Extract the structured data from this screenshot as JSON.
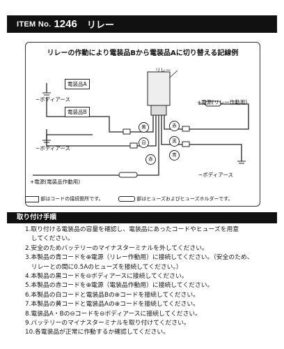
{
  "header": {
    "item": "ITEM No.",
    "number": "1246",
    "title": "リレー"
  },
  "diagram": {
    "title": "リレーの作動により電装品Bから電装品Aに切り替える記線例",
    "relay_label": "リレー",
    "device_a": "電装品A",
    "device_b": "電装品B",
    "body_ground_a": "ボディアース",
    "body_ground_b": "ボディアース",
    "power_relay": "電源(リレー作動用)",
    "power_device": "電源(電装品作動用)",
    "body_ground_right": "ボディアース",
    "wire_yellow": "黄",
    "wire_red_top": "赤",
    "wire_white": "白",
    "wire_black": "黒",
    "wire_red_bottom": "赤",
    "wire_blue": "青",
    "plus_symbol": "+",
    "minus_symbol": "−",
    "legend_connector": "部はコードの接続箇所です。",
    "legend_fuse": "部はヒューズおよびヒューズホルダーです。"
  },
  "section": {
    "title": "取り付け手順"
  },
  "steps": [
    "1.取り付ける電装品の容量を確認し、電装品にあったコードやヒューズを用意",
    "　してください。",
    "2.安全のためバッテリーのマイナスターミナルを外してください。",
    "3.本製品の青コードを⊕電源（リレー作動用）に接続してください。（安全のため、",
    "　リレーとの間に0.5Aのヒューズを接続してください。）",
    "4.本製品の黒コードを⊖ボディアースに接続してください。",
    "5.本製品の赤コードを⊕電源（電装品作動用）に接続してください。",
    "6.本製品の白コードと電装品Bの⊕コードを接続してください。",
    "7.本製品の黄コードと電装品Aの⊕コードを接続してください。",
    "8.電装品A・Bの⊖コードを⊖ボディアースに接続してください。",
    "9.バッテリーのマイナスターミナルを取り付けてください。",
    "10.各電装品が正常に作動するか確認してください。"
  ]
}
